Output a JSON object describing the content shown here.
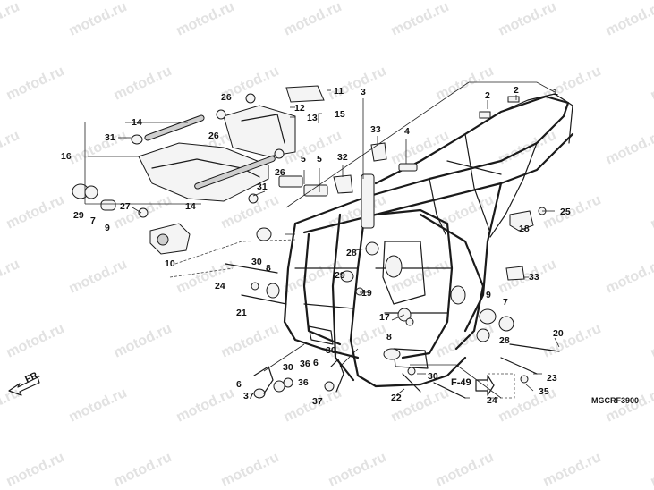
{
  "watermark_text": "motod.ru",
  "diagram_code": "MGCRF3900",
  "front_arrow_label": "FR.",
  "ref_label": "F-49",
  "callouts": [
    "1",
    "2",
    "2",
    "3",
    "4",
    "5",
    "5",
    "6",
    "6",
    "7",
    "7",
    "8",
    "8",
    "9",
    "9",
    "10",
    "11",
    "12",
    "13",
    "14",
    "14",
    "15",
    "16",
    "17",
    "18",
    "19",
    "20",
    "21",
    "22",
    "23",
    "24",
    "24",
    "25",
    "26",
    "26",
    "26",
    "27",
    "28",
    "28",
    "29",
    "29",
    "30",
    "30",
    "30",
    "30",
    "31",
    "31",
    "32",
    "33",
    "33",
    "35",
    "36",
    "36",
    "37",
    "37"
  ]
}
